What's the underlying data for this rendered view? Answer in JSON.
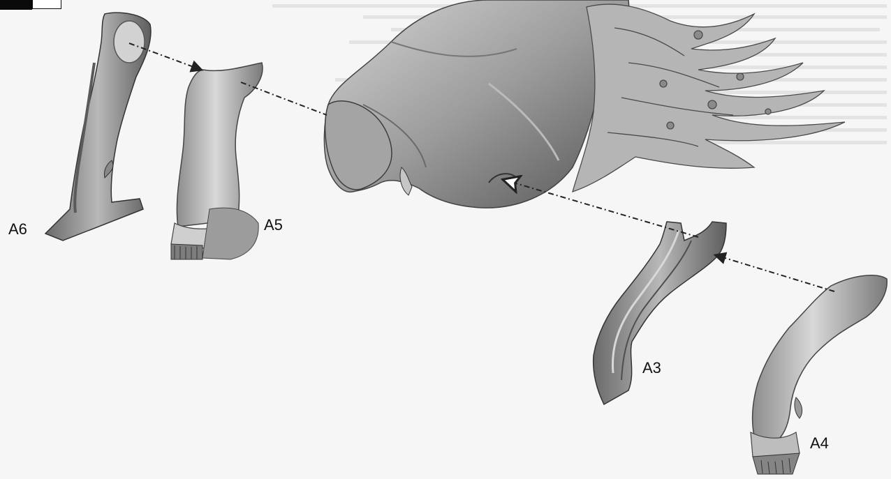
{
  "labels": {
    "a6": "A6",
    "a5": "A5",
    "a3": "A3",
    "a4": "A4"
  },
  "colors": {
    "background": "#f6f6f6",
    "model_light": "#c9c9c9",
    "model_mid": "#9a9a9a",
    "model_dark": "#5c5c5c",
    "arrow": "#222222",
    "label_text": "#111111"
  }
}
